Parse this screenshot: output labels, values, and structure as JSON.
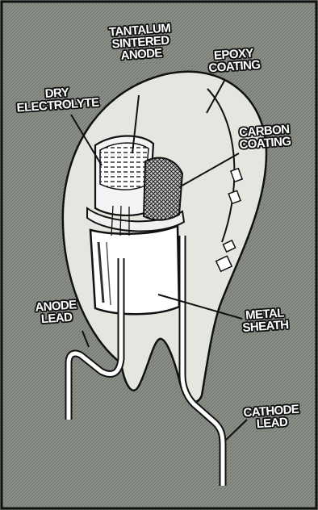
{
  "labels": {
    "tantalum": [
      "TANTALUM",
      "SINTERED",
      "ANODE"
    ],
    "epoxy": [
      "EPOXY",
      "COATING"
    ],
    "dry_electrolyte": [
      "DRY",
      "ELECTROLYTE"
    ],
    "carbon": [
      "CARBON",
      "COATING"
    ],
    "anode_lead": [
      "ANODE",
      "LEAD"
    ],
    "metal_sheath": [
      "METAL",
      "SHEATH"
    ],
    "cathode_lead": [
      "CATHODE",
      "LEAD"
    ]
  },
  "colors": {
    "background": "#8c9189",
    "epoxy_body": "#e6e6e0",
    "ink": "#111111",
    "sheath": "#ffffff",
    "label_text": "#ffffff"
  }
}
